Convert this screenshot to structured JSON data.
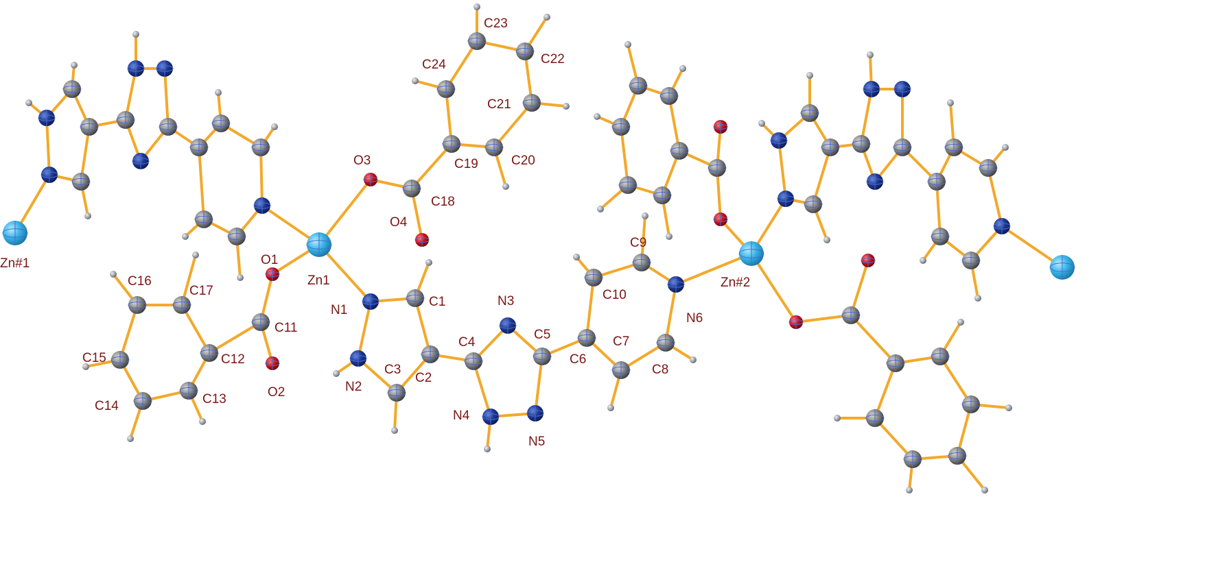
{
  "title": "Crystal structure fragment: Zn coordination with benzoate and triazolyl-imidazole-pyridine ligands",
  "colors": {
    "bond": "#f2a92c",
    "carbon": "#6e6e6e",
    "nitrogen": "#1f3a93",
    "oxygen": "#d0101a",
    "zinc": "#3ab4e6",
    "hydrogen": "#8a8f9a",
    "label": "#7a1616"
  },
  "labels": {
    "ZnA": "Zn#1",
    "Zn1": "Zn1",
    "Zn2": "Zn#2",
    "O1": "O1",
    "O2": "O2",
    "O3": "O3",
    "O4": "O4",
    "N1": "N1",
    "N2": "N2",
    "N3": "N3",
    "N4": "N4",
    "N5": "N5",
    "N6": "N6",
    "C1": "C1",
    "C2": "C2",
    "C3": "C3",
    "C4": "C4",
    "C5": "C5",
    "C6": "C6",
    "C7": "C7",
    "C8": "C8",
    "C9": "C9",
    "C10": "C10",
    "C11": "C11",
    "C12": "C12",
    "C13": "C13",
    "C14": "C14",
    "C15": "C15",
    "C16": "C16",
    "C17": "C17",
    "C18": "C18",
    "C19": "C19",
    "C20": "C20",
    "C21": "C21",
    "C22": "C22",
    "C23": "C23",
    "C24": "C24"
  }
}
